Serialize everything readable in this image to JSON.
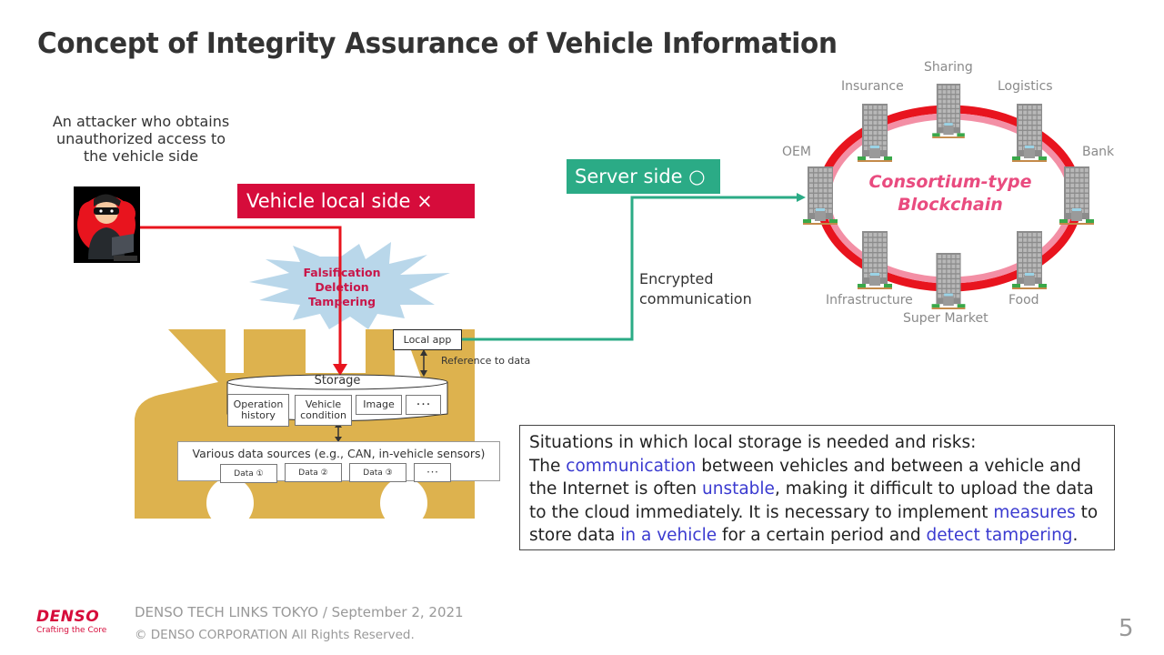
{
  "slide": {
    "title": "Concept of Integrity Assurance of Vehicle Information",
    "page_number": "5"
  },
  "attacker": {
    "lines": [
      "An attacker who obtains",
      "unauthorized access to",
      "the vehicle side"
    ],
    "icon": "masked-attacker-with-laptop"
  },
  "labels": {
    "vehicle_local_side": "Vehicle local side ×",
    "server_side": "Server side ○",
    "encrypted_lines": [
      "Encrypted",
      "communication"
    ]
  },
  "attack_burst": {
    "lines": [
      "Falsification",
      "Deletion",
      "Tampering"
    ]
  },
  "vehicle": {
    "local_app": "Local app",
    "reference_label": "Reference to data",
    "storage_label": "Storage",
    "storage_items": [
      {
        "lines": [
          "Operation",
          "history"
        ]
      },
      {
        "lines": [
          "Vehicle",
          "condition"
        ]
      },
      {
        "lines": [
          "Image"
        ]
      },
      {
        "lines": [
          "･･･"
        ]
      }
    ],
    "sources_label": "Various data sources (e.g., CAN, in-vehicle  sensors)",
    "data_items": [
      "Data ①",
      "Data ②",
      "Data ③",
      "･･･"
    ]
  },
  "blockchain": {
    "title_lines": [
      "Consortium-type",
      "Blockchain"
    ],
    "nodes": [
      "Sharing",
      "Insurance",
      "Logistics",
      "OEM",
      "Bank",
      "Infrastructure",
      "Super Market",
      "Food"
    ]
  },
  "note": {
    "heading": "Situations in which local storage is needed and risks:",
    "segments": [
      {
        "text": "The ",
        "hl": false
      },
      {
        "text": "communication",
        "hl": true
      },
      {
        "text": " between vehicles and between a vehicle and the Internet is often ",
        "hl": false
      },
      {
        "text": "unstable",
        "hl": true
      },
      {
        "text": ", making it difficult to upload the data to the cloud immediately. It is necessary to implement ",
        "hl": false
      },
      {
        "text": "measures",
        "hl": true
      },
      {
        "text": " to store data ",
        "hl": false
      },
      {
        "text": "in a vehicle",
        "hl": true
      },
      {
        "text": " for a certain period and ",
        "hl": false
      },
      {
        "text": "detect tampering",
        "hl": true
      },
      {
        "text": ".",
        "hl": false
      }
    ]
  },
  "footer": {
    "brand": "DENSO",
    "tagline": "Crafting the Core",
    "event": "DENSO TECH LINKS TOKYO / September 2, 2021",
    "copyright": "© DENSO CORPORATION All Rights Reserved."
  },
  "colors": {
    "accent_red": "#d60c3b",
    "server_green": "#2bab86",
    "car_gold": "#ddb24e",
    "highlight_blue": "#3a3ad0",
    "blockchain_pink": "#e94b7f"
  }
}
